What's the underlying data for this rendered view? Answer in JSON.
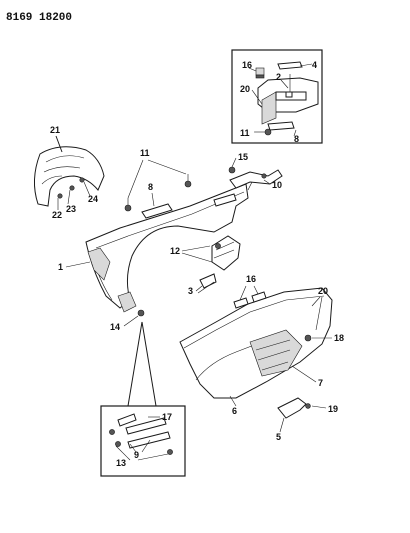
{
  "header": {
    "code": "8169 18200"
  },
  "labels": {
    "p1": "1",
    "p2": "2",
    "p3": "3",
    "p4": "4",
    "p5": "5",
    "p6": "6",
    "p7": "7",
    "p8a": "8",
    "p8b": "8",
    "p9": "9",
    "p10": "10",
    "p11a": "11",
    "p11b": "11",
    "p12": "12",
    "p13": "13",
    "p14": "14",
    "p15": "15",
    "p16a": "16",
    "p16b": "16",
    "p17": "17",
    "p18": "18",
    "p19": "19",
    "p20a": "20",
    "p20b": "20",
    "p21": "21",
    "p22": "22",
    "p23": "23",
    "p24": "24"
  }
}
